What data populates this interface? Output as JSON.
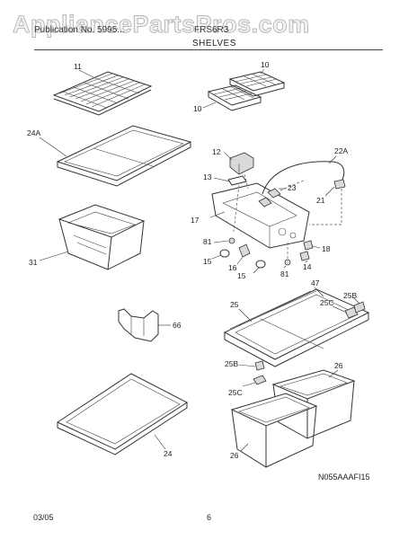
{
  "watermark": "AppliancePartsPros.com",
  "header": {
    "left": "Publication No. 5995...",
    "right": "FRS6R3",
    "section_title": "SHELVES"
  },
  "parts": {
    "p11": "11",
    "p10a": "10",
    "p10b": "10",
    "p24a": "24A",
    "p31": "31",
    "p12": "12",
    "p13": "13",
    "p22a": "22A",
    "p23": "23",
    "p21": "21",
    "p17": "17",
    "p81a": "81",
    "p15a": "15",
    "p16": "16",
    "p15b": "15",
    "p81b": "81",
    "p14": "14",
    "p18": "18",
    "p66": "66",
    "p47": "47",
    "p25": "25",
    "p25c_a": "25C",
    "p25b_a": "25B",
    "p25b_b": "25B",
    "p25c_b": "25C",
    "p26a": "26",
    "p26b": "26",
    "p24": "24"
  },
  "diagram_code": "N055AAAFI15",
  "footer": {
    "date": "03/05",
    "page": "6"
  }
}
